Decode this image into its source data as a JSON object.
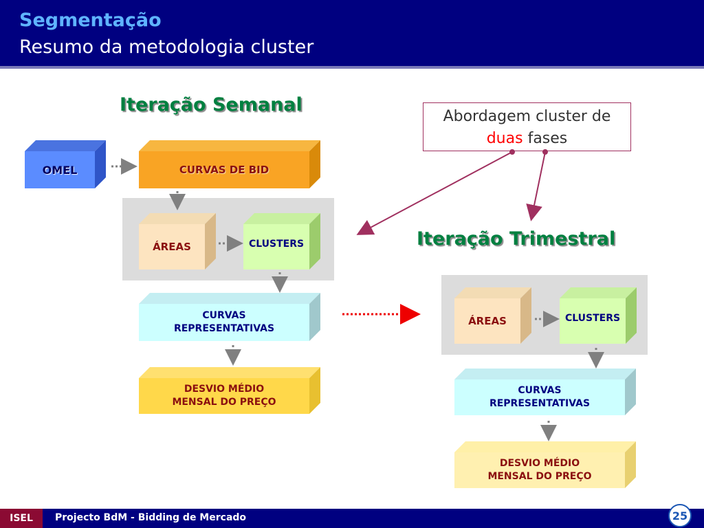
{
  "header": {
    "title": "Segmentação",
    "subtitle": "Resumo da metodologia cluster"
  },
  "weekly": {
    "heading": "Iteração Semanal"
  },
  "quarterly": {
    "heading": "Iteração Trimestral"
  },
  "note": {
    "line1": "Abordagem cluster de",
    "highlight": "duas",
    "rest": " fases"
  },
  "boxes": {
    "omel": "OMEL",
    "curvas_bid": "CURVAS DE BID",
    "areas": "ÁREAS",
    "clusters": "CLUSTERS",
    "curvas_rep_1": "CURVAS",
    "curvas_rep_2": "REPRESENTATIVAS",
    "desvio_1": "DESVIO MÉDIO",
    "desvio_2": "MENSAL DO PREÇO"
  },
  "footer": {
    "tag": "ISEL",
    "project": "Projecto BdM - Bidding de Mercado",
    "page": "25"
  },
  "colors": {
    "header_bg": "#000080",
    "heading_green": "#008040",
    "accent_red": "#ff0000",
    "arrow_purple": "#a0305f"
  }
}
